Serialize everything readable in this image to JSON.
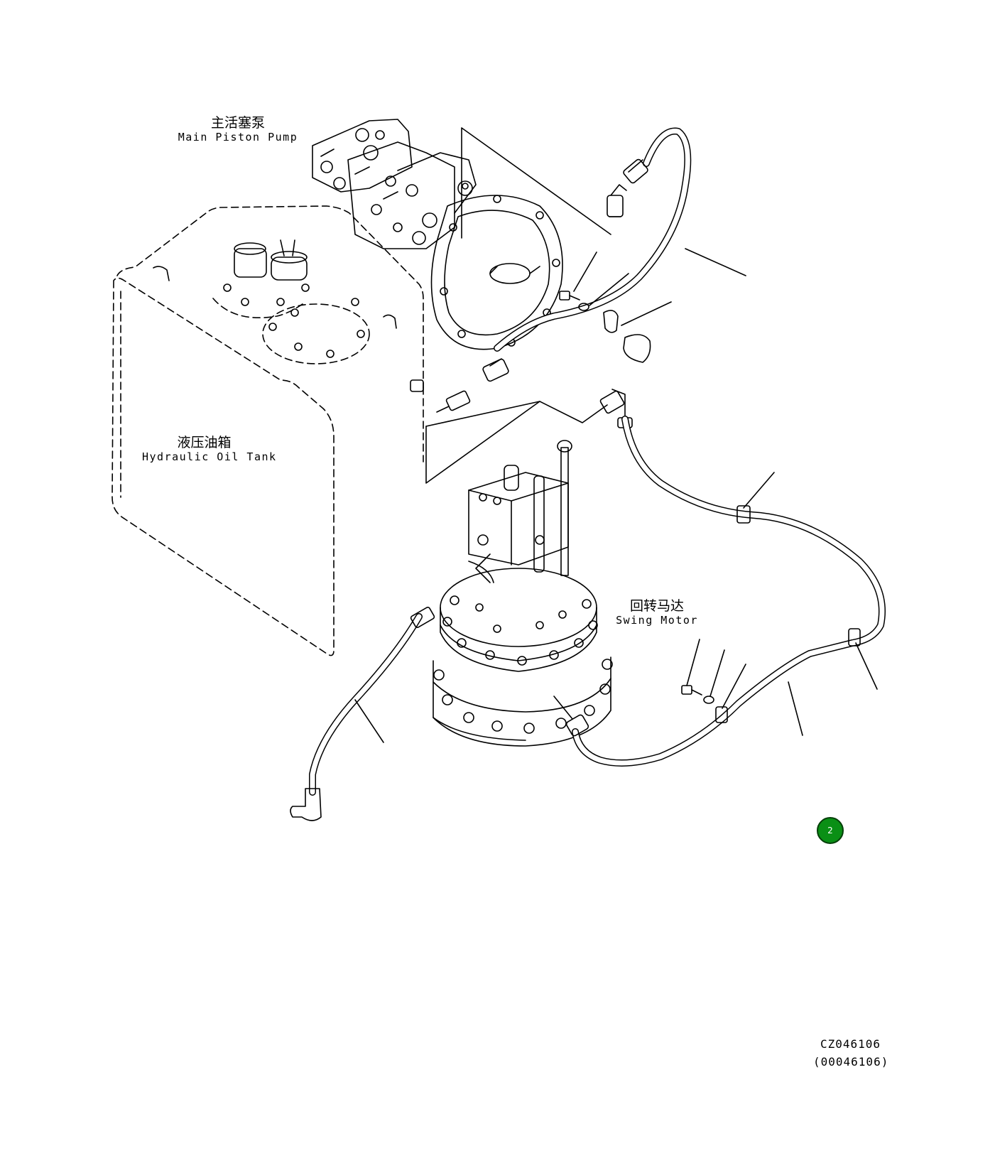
{
  "labels": {
    "main_piston_pump": {
      "zh": "主活塞泵",
      "en": "Main Piston Pump"
    },
    "hydraulic_oil_tank": {
      "zh": "液压油箱",
      "en": "Hydraulic Oil Tank"
    },
    "swing_motor": {
      "zh": "回转马达",
      "en": "Swing Motor"
    }
  },
  "callout": {
    "number": "2",
    "color": "#0a8f15"
  },
  "drawing_code": "CZ046106",
  "drawing_code_alt": "(00046106)",
  "icons": [
    "hydraulic-tank-icon",
    "piston-pump-icon",
    "swing-motor-icon",
    "hose-icon",
    "bolt-icon",
    "washer-icon",
    "clamp-icon",
    "elbow-fitting-icon"
  ]
}
